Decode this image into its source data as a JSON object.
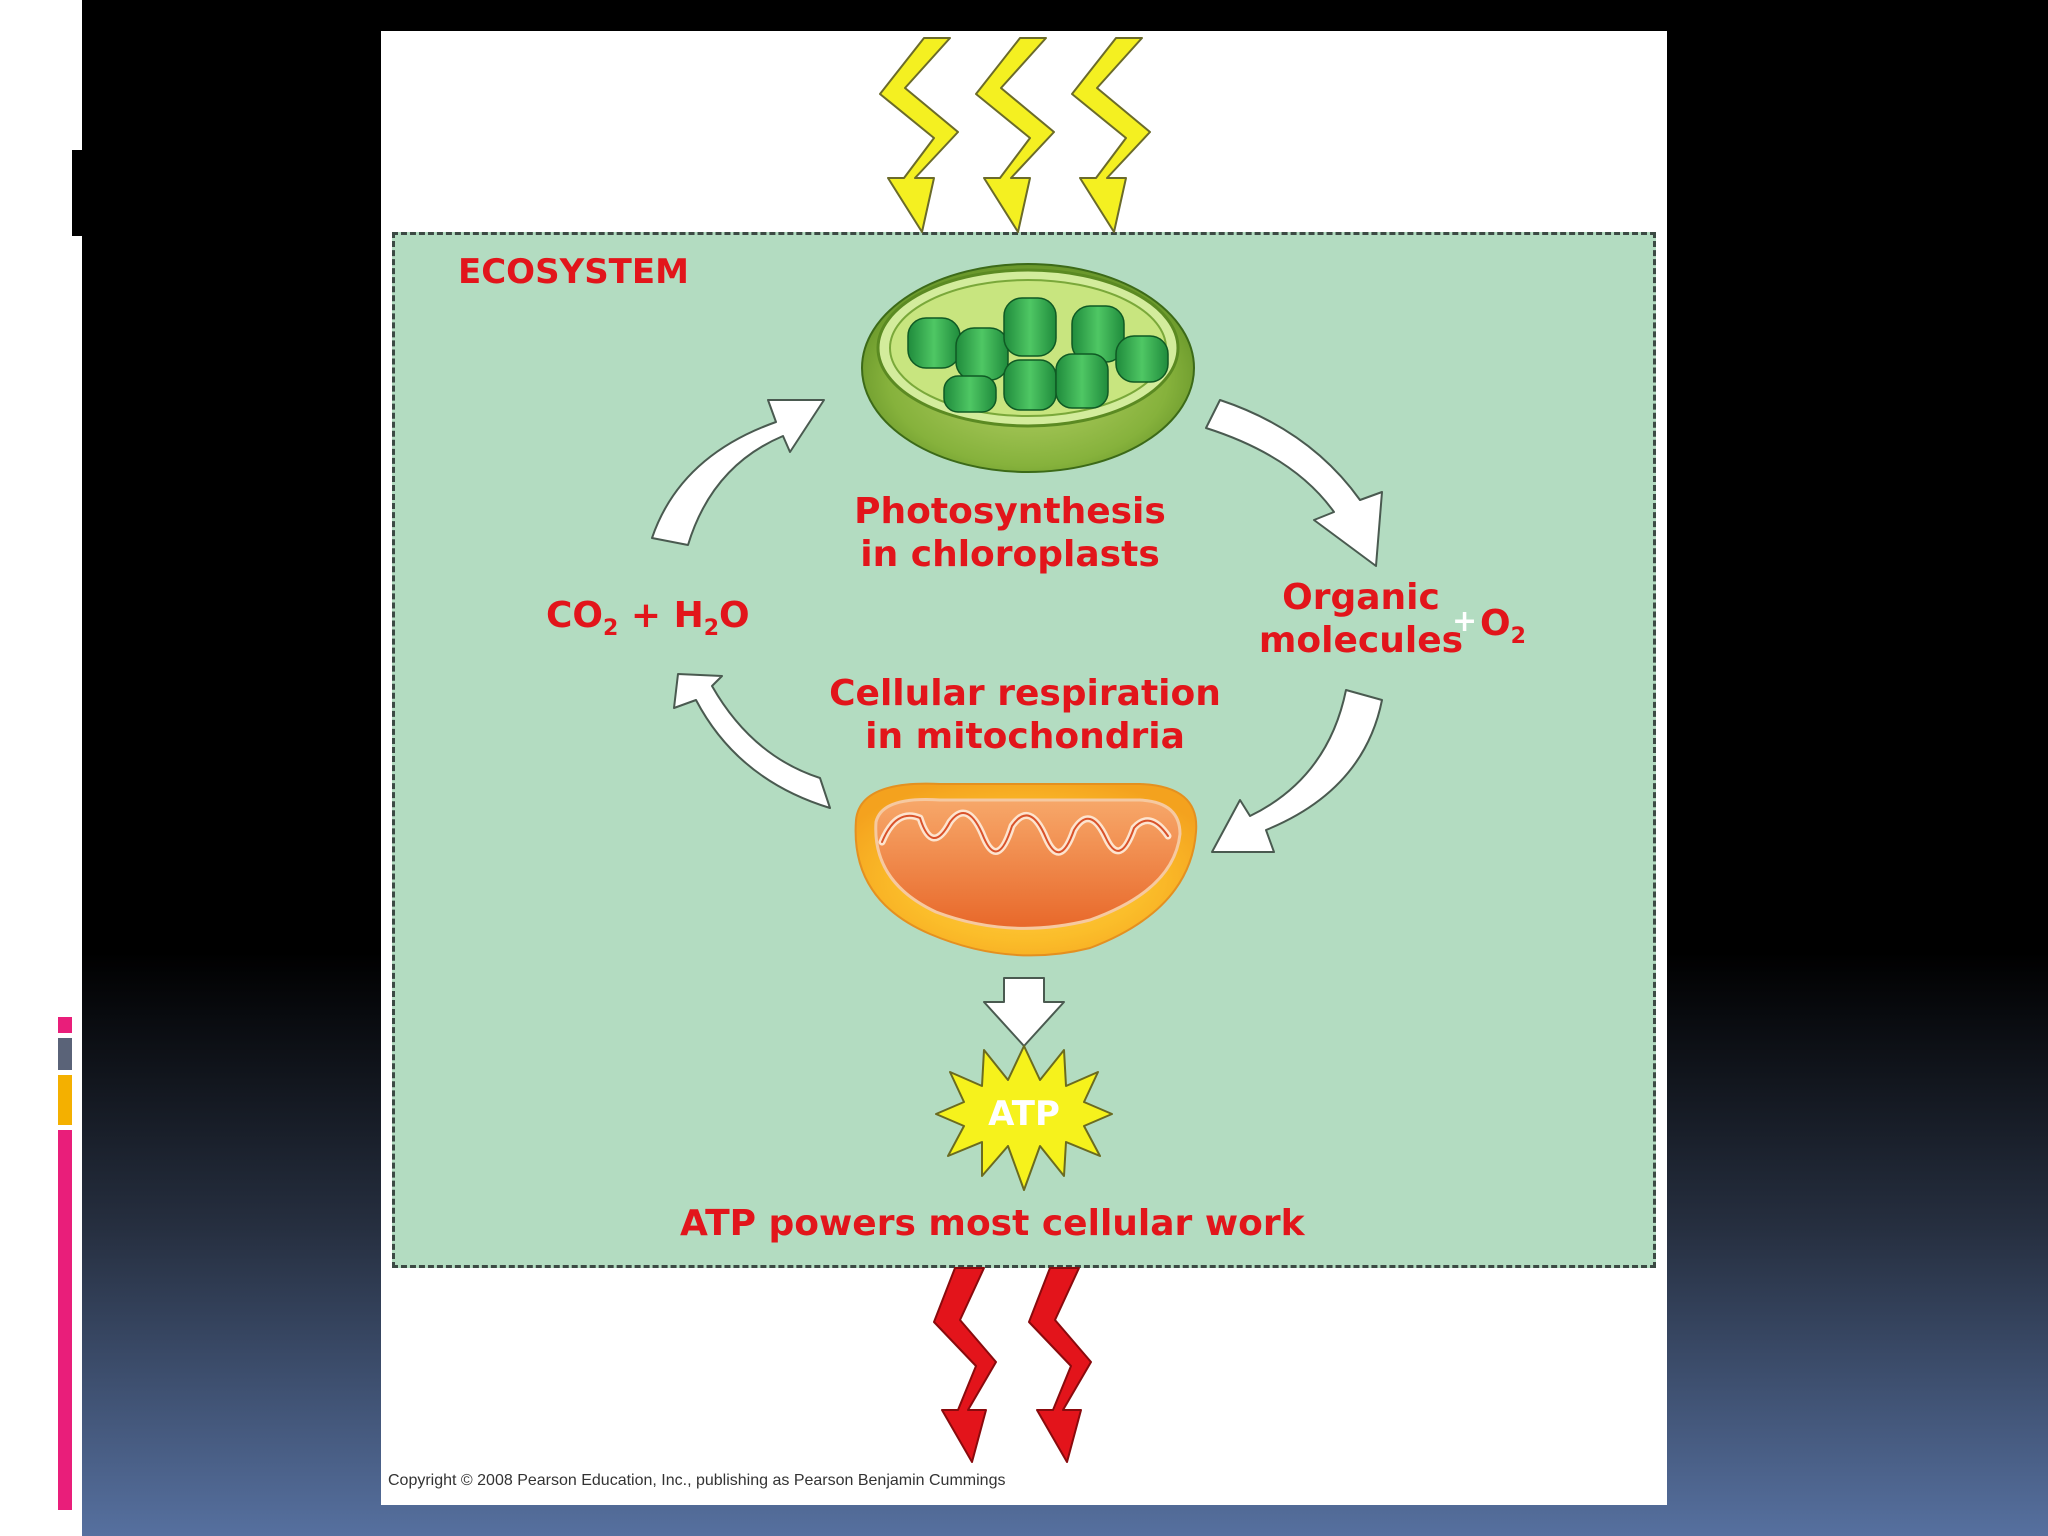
{
  "diagram": {
    "ecosystem_label": "ECOSYSTEM",
    "photosynthesis_line1": "Photosynthesis",
    "photosynthesis_line2": "in chloroplasts",
    "respiration_line1": "Cellular respiration",
    "respiration_line2": "in mitochondria",
    "reactants": {
      "co": "CO",
      "co_sub": "2",
      "plus_h": " + H",
      "h_sub": "2",
      "o": "O"
    },
    "products": {
      "line1": "Organic",
      "line2": "molecules",
      "plus": "+",
      "o": "O",
      "o_sub": "2"
    },
    "atp_label": "ATP",
    "atp_caption": "ATP powers most cellular work",
    "copyright": "Copyright © 2008 Pearson Education, Inc., publishing as Pearson Benjamin Cummings"
  },
  "colors": {
    "label_red": "#e2151b",
    "ecosystem_fill": "#b3dcc1",
    "light_energy": "#f4f021",
    "heat_energy": "#e3141b",
    "chloroplast": "#7cae3a",
    "mitochondrion": "#f08a2e"
  },
  "icons": [
    "light-energy-icon",
    "heat-energy-icon",
    "chloroplast-icon",
    "mitochondrion-icon",
    "atp-burst-icon",
    "cycle-arrow-icon"
  ]
}
